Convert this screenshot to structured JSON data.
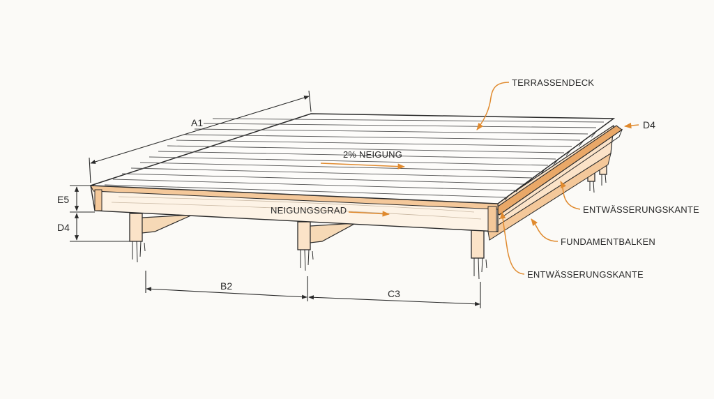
{
  "diagram": {
    "colors": {
      "background": "#fbfaf7",
      "ink": "#2a2a2a",
      "accent": "#e08a2e",
      "wood": "#f4c89a",
      "wood_light": "#fbe3c8"
    },
    "dimensions": {
      "a1": "A1",
      "b2": "B2",
      "c3": "C3",
      "e5": "E5",
      "d4_left": "D4",
      "d4_right": "D4"
    },
    "labels": {
      "terrassendeck": "TERRASSENDECK",
      "neigung": "2% NEIGUNG",
      "neigungsgrad": "NEIGUNGSGRAD",
      "entwaesserungskante_upper": "ENTWÄSSERUNGSKANTE",
      "fundamentbalken": "FUNDAMENTBALKEN",
      "entwaesserungskante_lower": "ENTWÄSSERUNGSKANTE"
    }
  }
}
